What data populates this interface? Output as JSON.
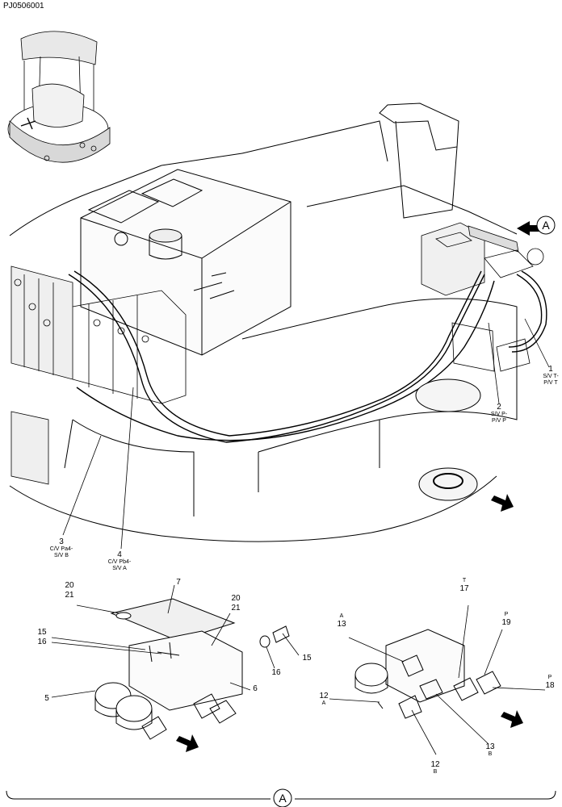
{
  "document_id": "PJ0506001",
  "view_marker": "A",
  "callouts": {
    "c1": {
      "num": "1",
      "desc1": "S/V T-",
      "desc2": "P/V T"
    },
    "c2": {
      "num": "2",
      "desc1": "S/V P-",
      "desc2": "P/V P"
    },
    "c3": {
      "num": "3",
      "desc1": "C/V Pa4-",
      "desc2": "S/V B"
    },
    "c4": {
      "num": "4",
      "desc1": "C/V Pb4-",
      "desc2": "S/V A"
    },
    "c5": {
      "num": "5"
    },
    "c6": {
      "num": "6"
    },
    "c7": {
      "num": "7"
    },
    "c15a": {
      "num": "15"
    },
    "c16a": {
      "num": "16"
    },
    "c15b": {
      "num": "15"
    },
    "c16b": {
      "num": "16"
    },
    "c20a": {
      "num": "20"
    },
    "c21a": {
      "num": "21"
    },
    "c20b": {
      "num": "20"
    },
    "c21b": {
      "num": "21"
    },
    "c12a": {
      "num": "12",
      "port": "A"
    },
    "c12b": {
      "num": "12",
      "port": "B"
    },
    "c13a": {
      "num": "13",
      "port": "A"
    },
    "c13b": {
      "num": "13",
      "port": "B"
    },
    "c17": {
      "num": "17",
      "port": "T"
    },
    "c18": {
      "num": "18",
      "port": "P"
    },
    "c19": {
      "num": "19",
      "port": "P"
    }
  }
}
